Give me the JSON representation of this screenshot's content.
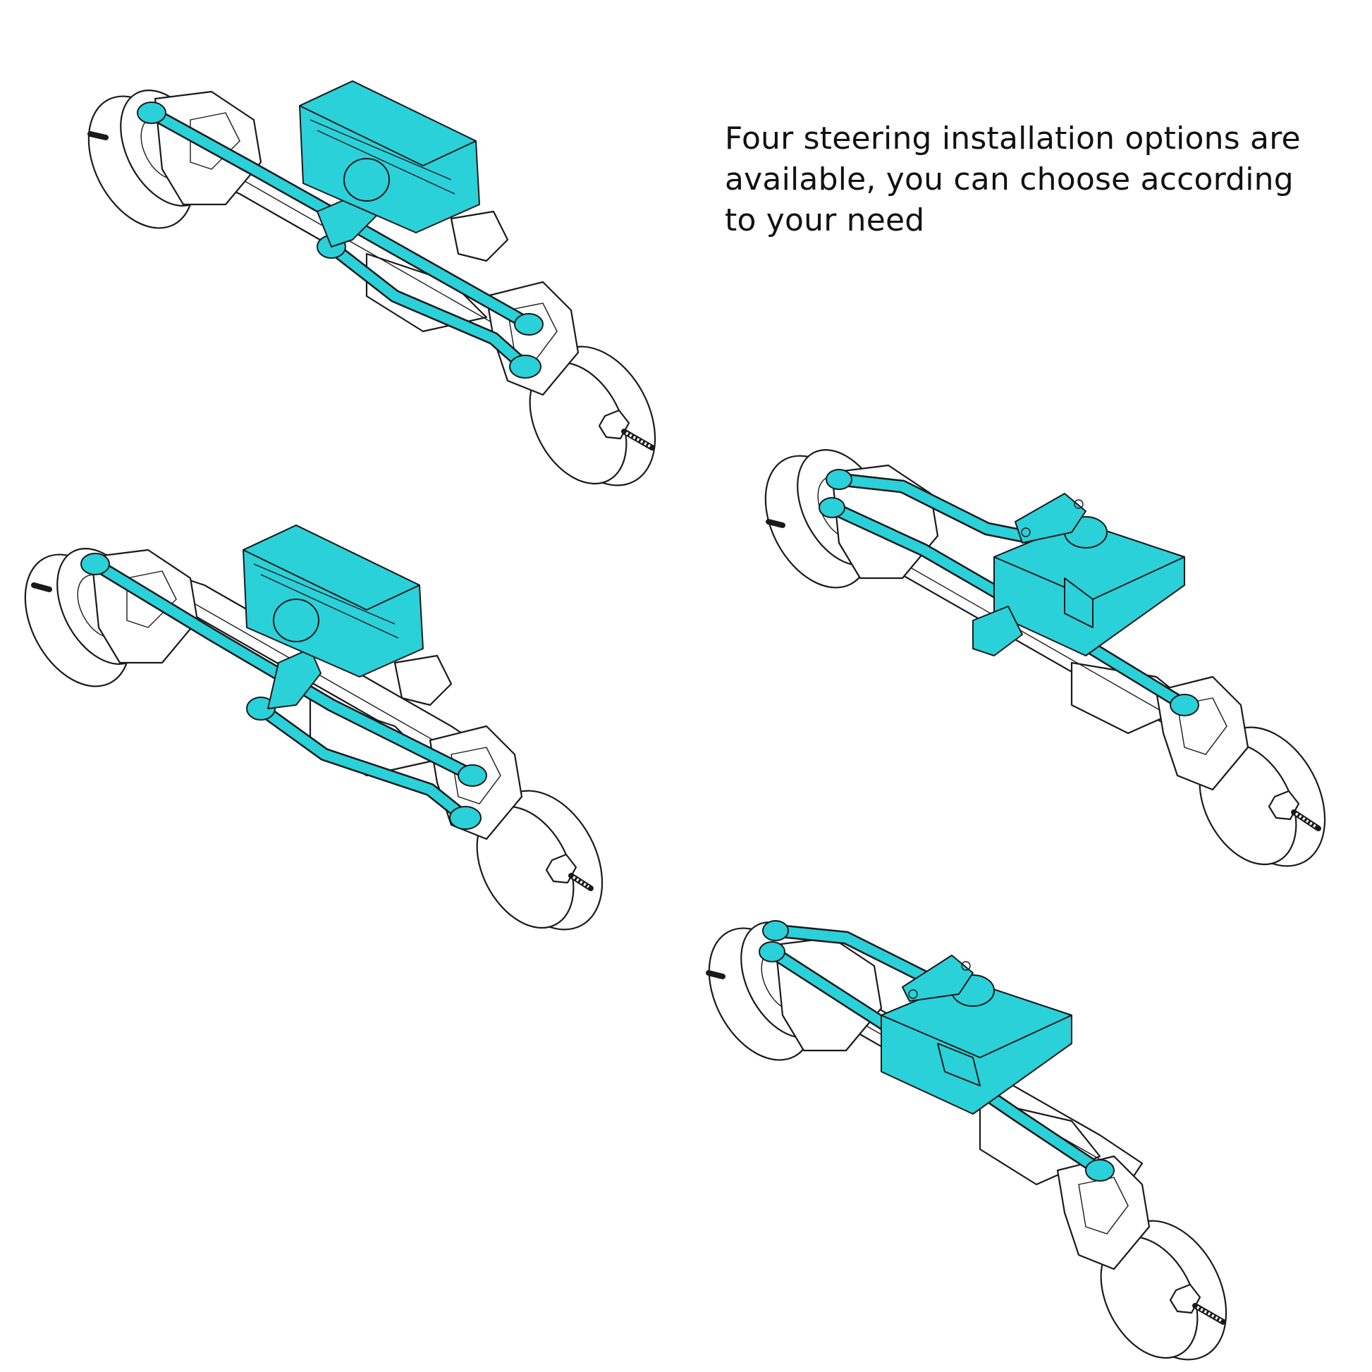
{
  "caption": {
    "line1": "Four steering installation options are",
    "line2": "available, you can choose according",
    "line3": "to your need"
  },
  "colors": {
    "highlight": "#2ad1d9",
    "outline": "#1a1a1a",
    "background": "#ffffff"
  },
  "options": [
    {
      "servo_type": "servo-on-top"
    },
    {
      "servo_type": "servo-on-top"
    },
    {
      "servo_type": "servo-plate"
    },
    {
      "servo_type": "servo-plate"
    }
  ]
}
